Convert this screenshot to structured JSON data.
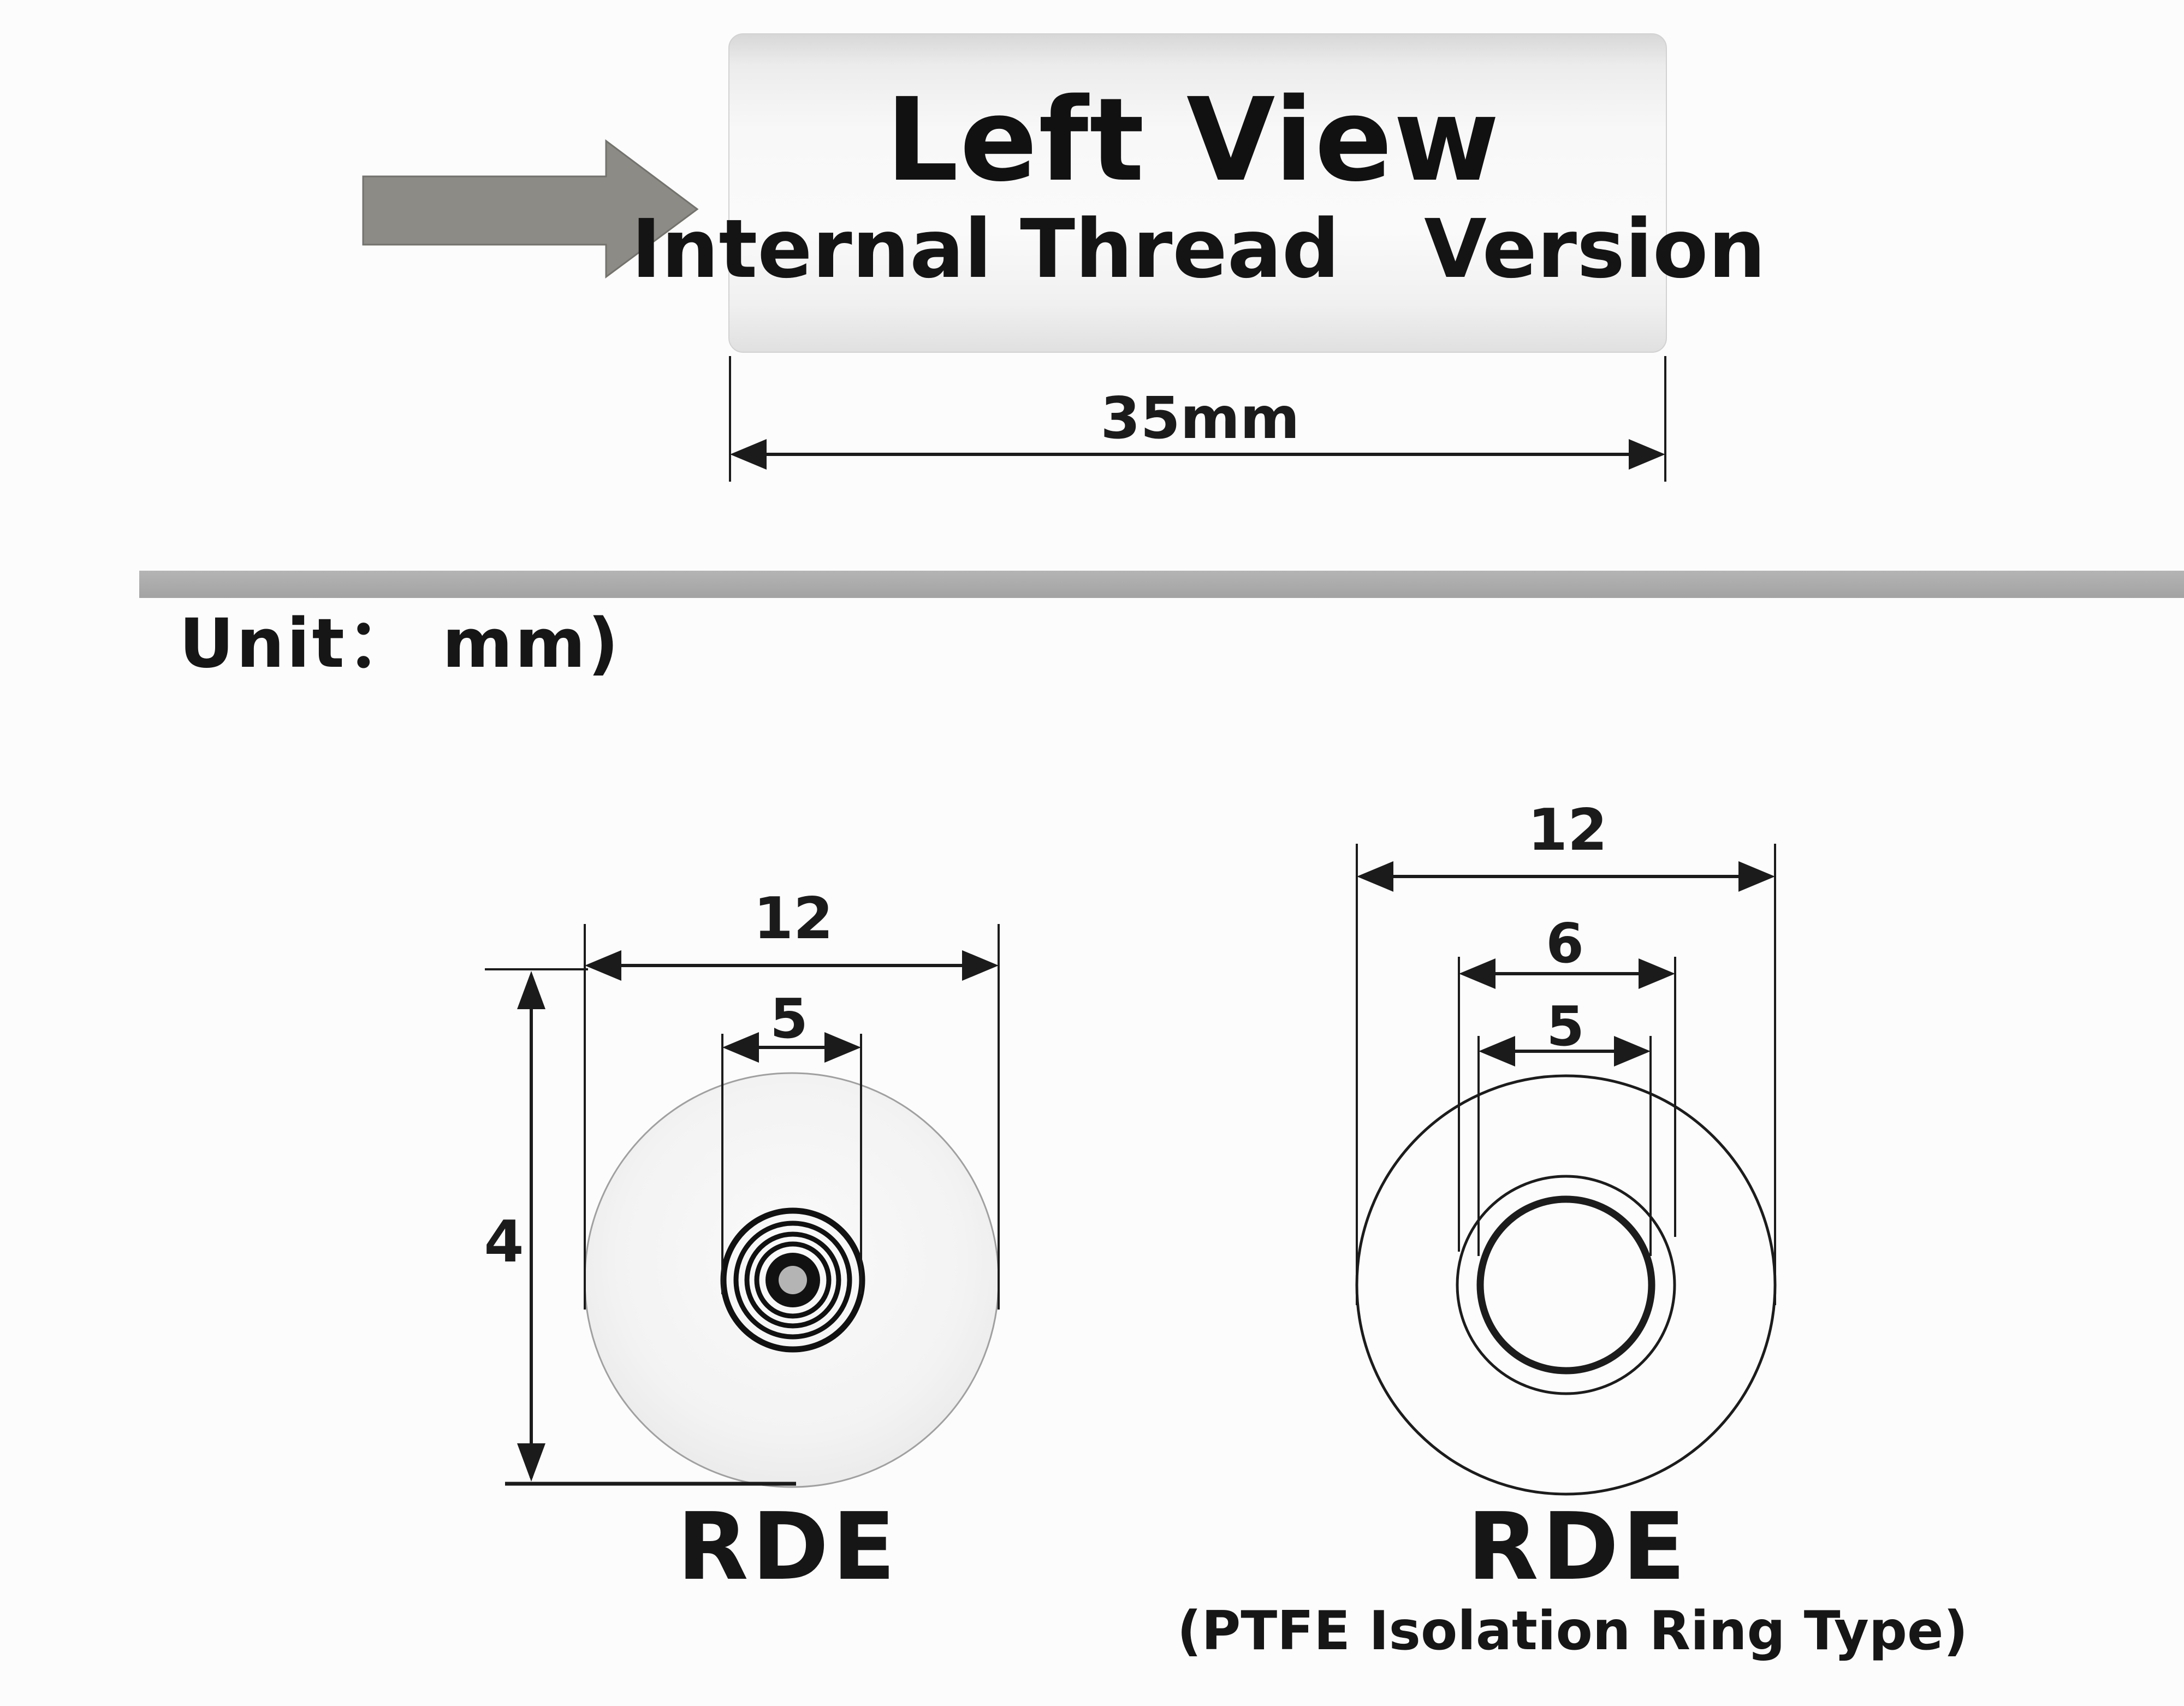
{
  "page": {
    "background": "#fcfcfc",
    "line_color": "#1b1b1b",
    "arrow_gray": "#8c8b85",
    "divider_gray": "#ababab"
  },
  "top_view": {
    "title": "Left View",
    "subtitle": "Internal Thread   Version",
    "length_dim": "35mm"
  },
  "divider": {
    "unit_label": "Unit： mm)"
  },
  "left_diagram": {
    "label": "RDE",
    "dim_outer_diameter": "12",
    "dim_coil_diameter": "5",
    "dim_height": "4"
  },
  "right_diagram": {
    "label": "RDE",
    "sub_label": "(PTFE Isolation Ring Type)",
    "dim_outer_diameter": "12",
    "dim_ring_diameter": "6",
    "dim_bore_diameter": "5"
  }
}
